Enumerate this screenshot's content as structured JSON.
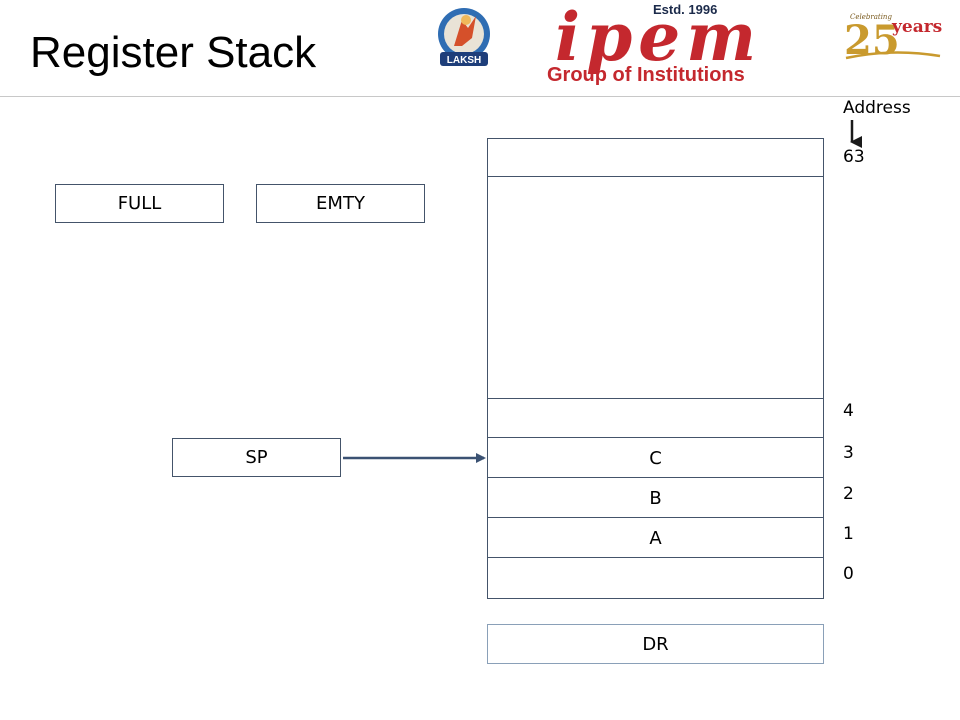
{
  "title": "Register Stack",
  "logos": {
    "laksh": {
      "text": "LAKSH",
      "icon": "laksh-emblem-icon"
    },
    "ipem": {
      "estd": "Estd. 1996",
      "word": "ipem",
      "subtitle": "Group of Institutions"
    },
    "celebration": {
      "top": "Celebrating",
      "number": "25",
      "word": "years",
      "icon": "anniversary-25-icon"
    }
  },
  "flags": {
    "full": "FULL",
    "empty": "EMTY"
  },
  "sp": {
    "label": "SP",
    "arrow_icon": "right-arrow-icon"
  },
  "stack": {
    "cells": [
      "",
      "",
      "",
      "C",
      "B",
      "A",
      ""
    ],
    "address_header": "Address",
    "address_arrow_icon": "down-arrow-icon",
    "addresses": [
      "63",
      "4",
      "3",
      "2",
      "1",
      "0"
    ]
  },
  "dr": {
    "label": "DR"
  },
  "colors": {
    "border": "#44546a",
    "arrow": "#3b5273",
    "ipem_red": "#c4282e"
  }
}
